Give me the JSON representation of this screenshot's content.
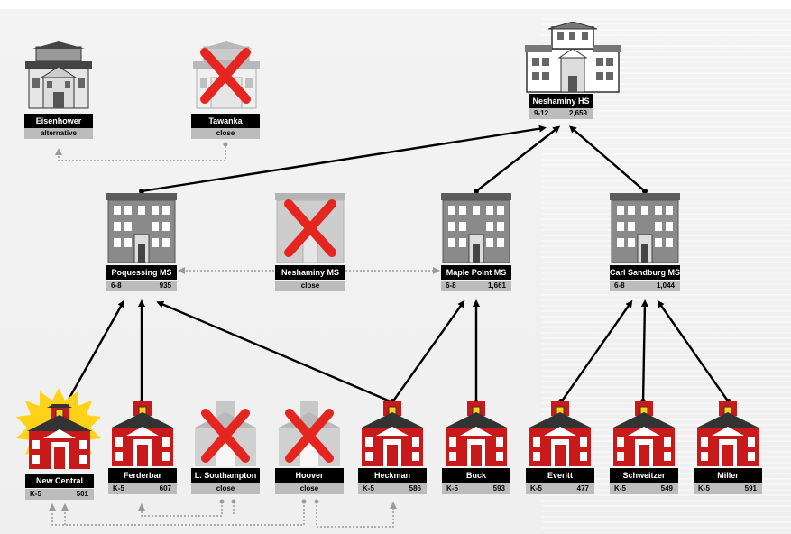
{
  "high_school": {
    "name": "Neshaminy HS",
    "grades": "9-12",
    "enrollment": "2,659"
  },
  "other_schools": [
    {
      "name": "Eisenhower",
      "status": "alternative"
    },
    {
      "name": "Tawanka",
      "status": "close"
    }
  ],
  "middle_schools": [
    {
      "name": "Poquessing MS",
      "grades": "6-8",
      "enrollment": "935"
    },
    {
      "name": "Neshaminy MS",
      "status": "close"
    },
    {
      "name": "Maple Point MS",
      "grades": "6-8",
      "enrollment": "1,661"
    },
    {
      "name": "Carl Sandburg MS",
      "grades": "6-8",
      "enrollment": "1,044"
    }
  ],
  "elementary_schools": [
    {
      "name": "New Central",
      "grades": "K-5",
      "enrollment": "501"
    },
    {
      "name": "Ferderbar",
      "grades": "K-5",
      "enrollment": "607"
    },
    {
      "name": "L. Southampton",
      "status": "close"
    },
    {
      "name": "Hoover",
      "status": "close"
    },
    {
      "name": "Heckman",
      "grades": "K-5",
      "enrollment": "586"
    },
    {
      "name": "Buck",
      "grades": "K-5",
      "enrollment": "593"
    },
    {
      "name": "Everitt",
      "grades": "K-5",
      "enrollment": "477"
    },
    {
      "name": "Schweitzer",
      "grades": "K-5",
      "enrollment": "549"
    },
    {
      "name": "Miller",
      "grades": "K-5",
      "enrollment": "591"
    }
  ],
  "colors": {
    "elementary": "#c8191b",
    "middle": "#8a8a8a",
    "closed_mark": "#e52620",
    "label_bg": "#000000",
    "info_bg": "#bcbcbc",
    "highlight": "#ffd21a"
  }
}
